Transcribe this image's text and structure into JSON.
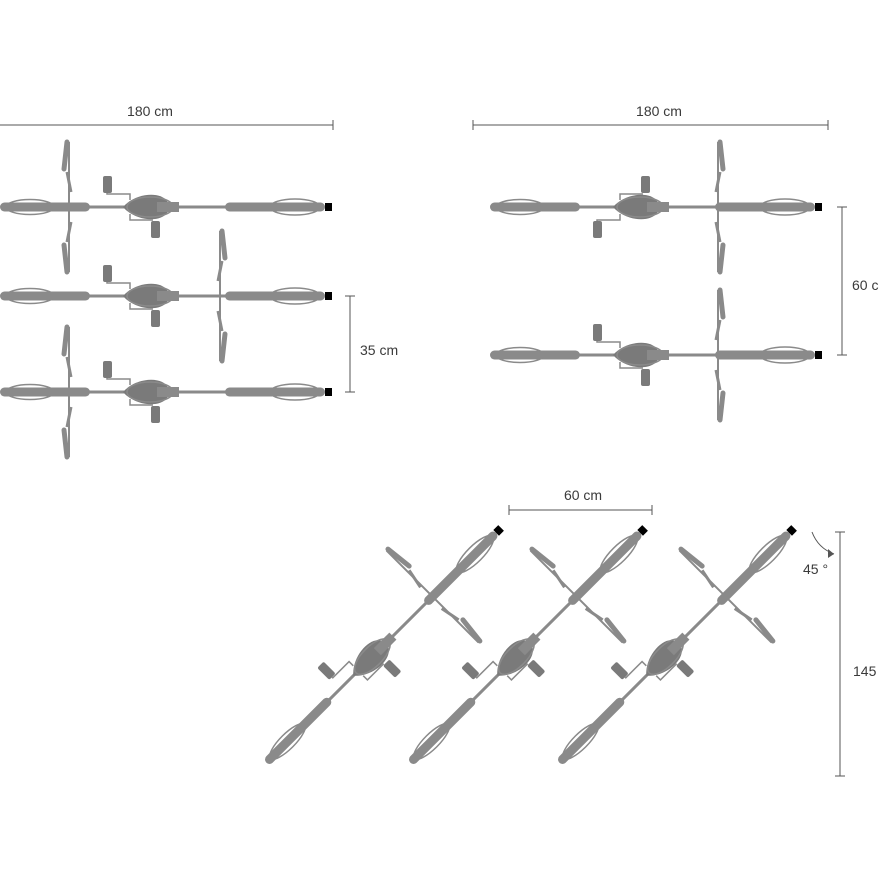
{
  "dimensions": {
    "parallel_length_label": "180 cm",
    "parallel_spacing_label": "35 cm",
    "pairs_length_label": "180 cm",
    "pairs_spacing_label": "60 c",
    "angled_spacing_label": "60 cm",
    "angled_angle_label": "45 °",
    "angled_depth_label": "145"
  },
  "colors": {
    "bike": "#8a8a8a",
    "bike_dark": "#7a7a7a",
    "accent": "#000000",
    "line": "#555555",
    "text": "#3a3a3a"
  },
  "groups": {
    "alternating": {
      "count": 3,
      "orientations": [
        "forward",
        "reversed",
        "forward"
      ]
    },
    "pairs": {
      "count": 2
    },
    "angled": {
      "count": 3,
      "angle_deg": 45
    }
  }
}
